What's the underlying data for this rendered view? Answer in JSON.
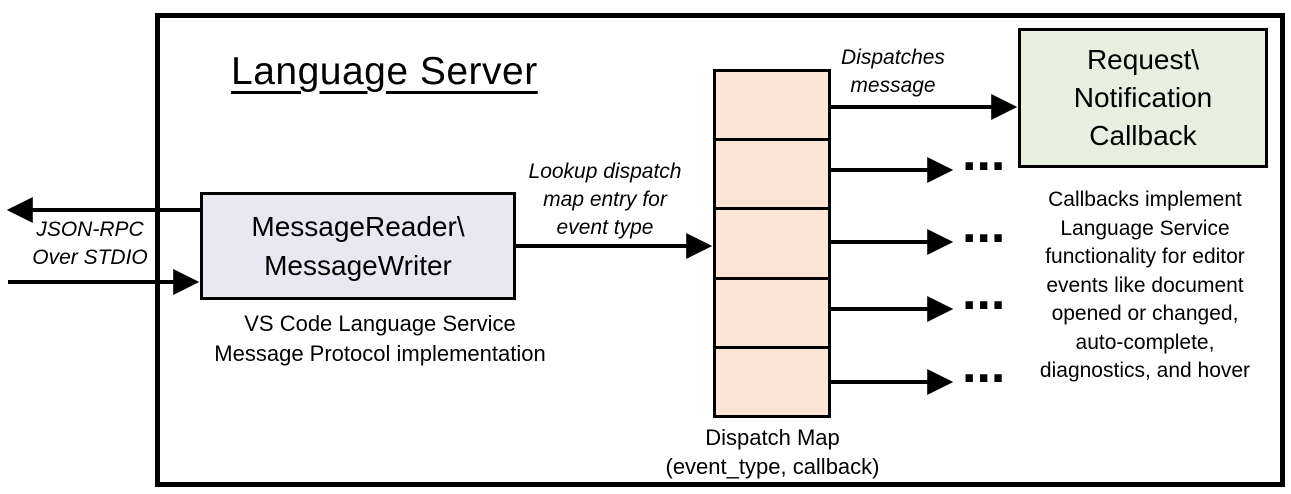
{
  "title": "Language Server",
  "left_io": {
    "label": "JSON-RPC\nOver STDIO"
  },
  "reader_box": {
    "label": "MessageReader\\\nMessageWriter",
    "caption": "VS Code Language Service\nMessage Protocol implementation"
  },
  "lookup_label": "Lookup dispatch\nmap entry for\nevent type",
  "dispatch_map": {
    "caption": "Dispatch Map\n(event_type, callback)",
    "cell_count": 5
  },
  "dispatches_label": "Dispatches\nmessage",
  "callback_box": {
    "label": "Request\\\nNotification\nCallback",
    "caption": "Callbacks implement\nLanguage Service\nfunctionality for editor\nevents like document\nopened or changed,\nauto-complete,\ndiagnostics, and hover"
  },
  "ellipsis": "...",
  "colors": {
    "reader_box_fill": "#E9E8F0",
    "dispatch_cell_fill": "#FBE5D6",
    "callback_box_fill": "#E7EFDE",
    "line": "#000000"
  }
}
